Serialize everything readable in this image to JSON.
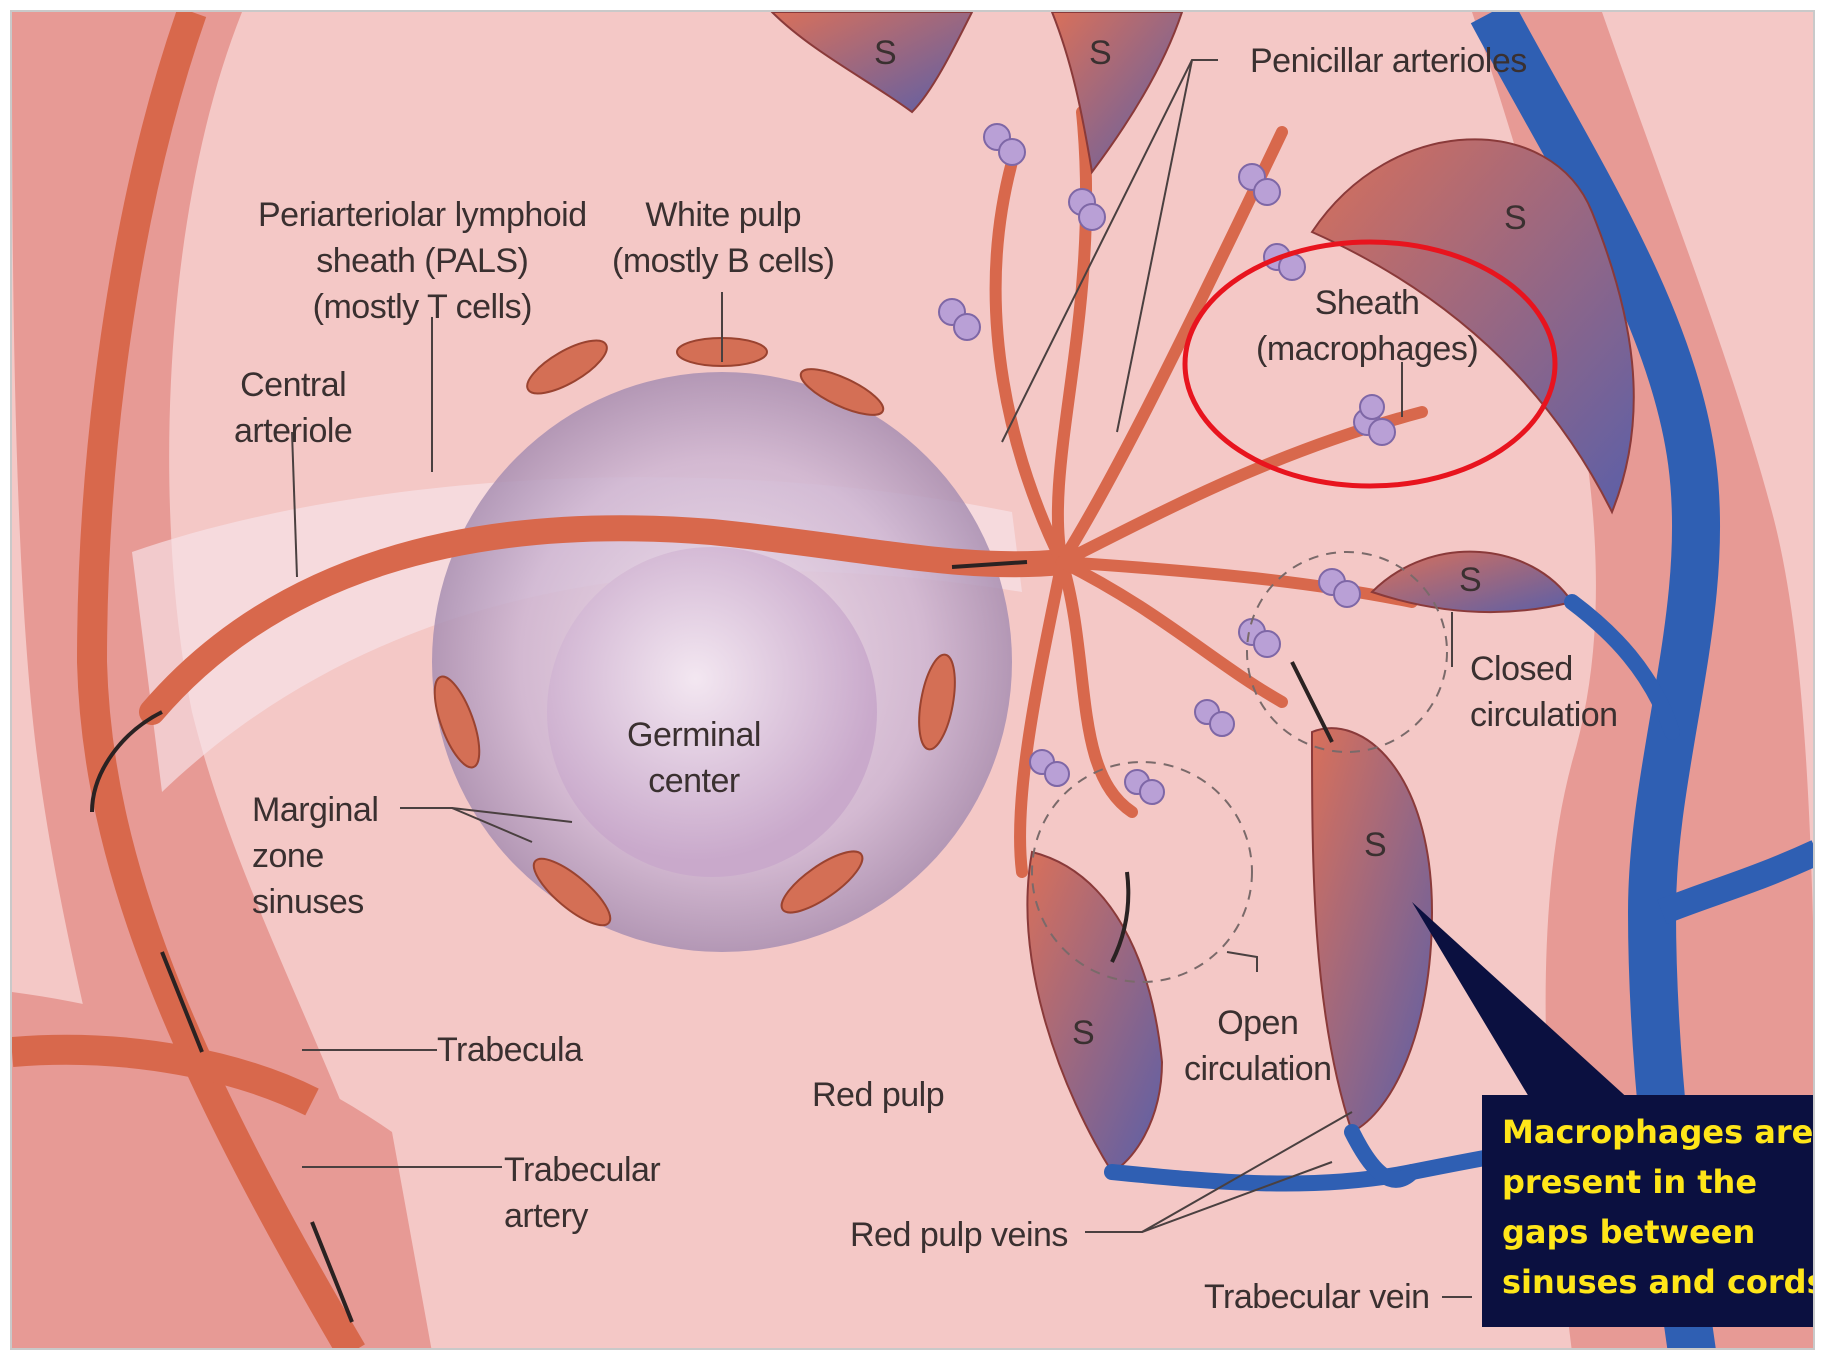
{
  "labels": {
    "pals": "Periarteriolar lymphoid\nsheath (PALS)\n(mostly T cells)",
    "white_pulp": "White pulp\n(mostly B cells)",
    "central_arteriole": "Central\narteriole",
    "penicillar_arterioles": "Penicillar arterioles",
    "sheath": "Sheath\n(macrophages)",
    "germinal_center": "Germinal\ncenter",
    "marginal_zone": "Marginal\nzone\nsinuses",
    "closed_circulation": "Closed\ncirculation",
    "open_circulation": "Open\ncirculation",
    "trabecula": "Trabecula",
    "red_pulp": "Red pulp",
    "trabecular_artery": "Trabecular\nartery",
    "red_pulp_veins": "Red pulp veins",
    "trabecular_vein": "Trabecular vein",
    "sinus_markers": [
      "S",
      "S",
      "S",
      "S",
      "S",
      "S"
    ]
  },
  "callout": {
    "text": "Macrophages are\npresent in the\ngaps between\nsinuses and cords"
  },
  "colors": {
    "background": "#f4c8c6",
    "artery": "#d86a4e",
    "vein": "#2f5fb3",
    "highlight_circle": "#e8141e",
    "callout_bg": "#0b1040",
    "callout_text": "#ffe619"
  }
}
